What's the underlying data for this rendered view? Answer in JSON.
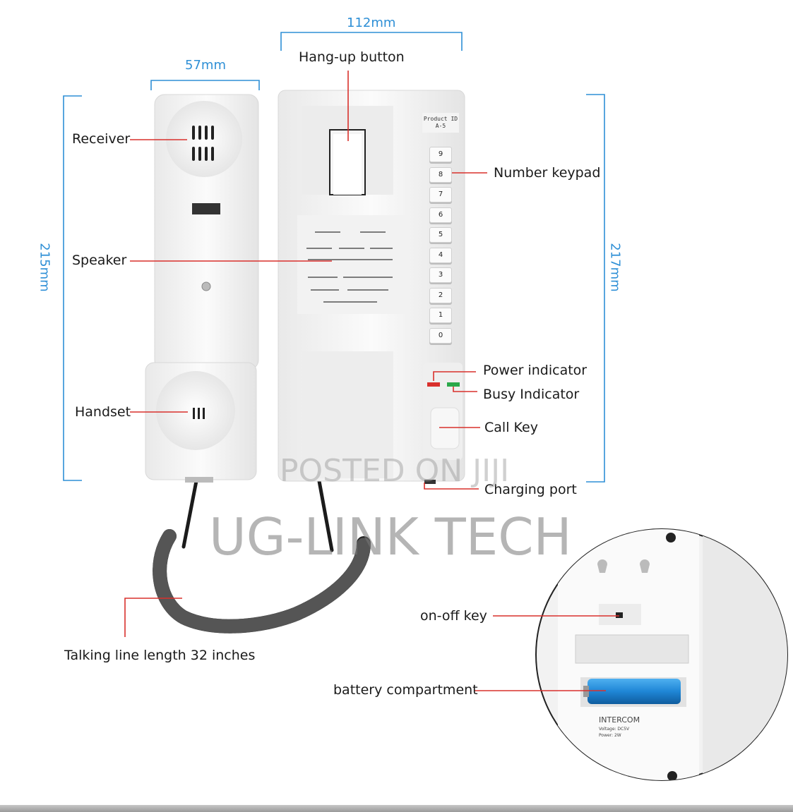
{
  "dimensions": {
    "width_handset": "57mm",
    "width_base": "112mm",
    "height_handset": "215mm",
    "height_base": "217mm"
  },
  "callouts": {
    "hang_up_button": "Hang-up button",
    "receiver": "Receiver",
    "number_keypad": "Number keypad",
    "speaker": "Speaker",
    "power_indicator": "Power indicator",
    "busy_indicator": "Busy Indicator",
    "handset": "Handset",
    "call_key": "Call Key",
    "charging_port": "Charging port",
    "talking_line": "Talking line length 32 inches",
    "on_off_key": "on-off key",
    "battery_compartment": "battery compartment"
  },
  "device_text": {
    "product_id_line1": "Product ID",
    "product_id_line2": "A-5",
    "intercom": "INTERCOM",
    "voltage": "Voltage: DC5V",
    "power": "Power: 2W"
  },
  "keypad": [
    "9",
    "8",
    "7",
    "6",
    "5",
    "4",
    "3",
    "2",
    "1",
    "0"
  ],
  "watermarks": {
    "posted": "POSTED ON JIJI",
    "brand": "UG-LINK TECH"
  },
  "colors": {
    "dimension_blue": "#2e8fd6",
    "callout_red": "#d9302c",
    "device_white": "#f6f6f6",
    "battery_blue": "#1f86d6",
    "busy_green": "#2aa84a",
    "power_red": "#d9302c"
  }
}
